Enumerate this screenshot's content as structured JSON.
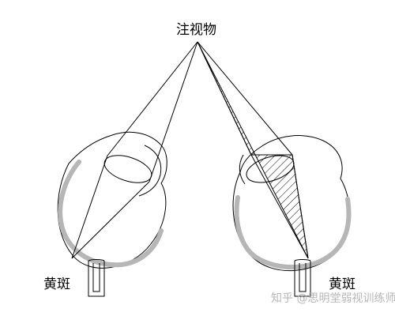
{
  "diagram": {
    "title": "注视物",
    "left_label": "黄斑",
    "right_label": "黄斑",
    "watermark": "知乎 @思明堂弱视训练师"
  },
  "colors": {
    "line": "#000000",
    "retina_band": "#b6b6b6",
    "background": "#ffffff",
    "hatch": "#000000"
  },
  "icons": {
    "left_eye": "eye-diagram-icon",
    "right_eye": "eye-diagram-icon"
  }
}
